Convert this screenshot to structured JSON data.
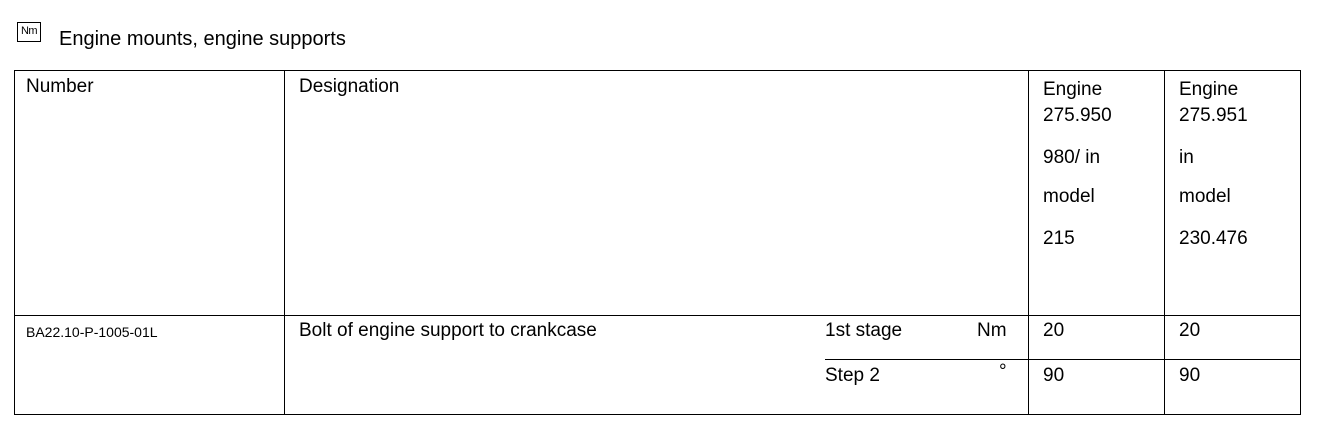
{
  "header": {
    "icon_label": "Nm",
    "title": "Engine mounts, engine supports"
  },
  "table": {
    "columns": {
      "number": "Number",
      "designation": "Designation",
      "engine1": {
        "line1": "Engine",
        "line2": "275.950",
        "line3": "980/ in",
        "line4": "model",
        "line5": "215"
      },
      "engine2": {
        "line1": "Engine",
        "line2": "275.951",
        "line3": "in",
        "line4": "model",
        "line5": "230.476"
      }
    },
    "row": {
      "number": "BA22.10-P-1005-01L",
      "designation": "Bolt of engine support to crankcase",
      "steps": [
        {
          "label": "1st stage",
          "unit": "Nm",
          "engine1": "20",
          "engine2": "20"
        },
        {
          "label": "Step 2",
          "unit": "°",
          "engine1": "90",
          "engine2": "90"
        }
      ]
    }
  }
}
